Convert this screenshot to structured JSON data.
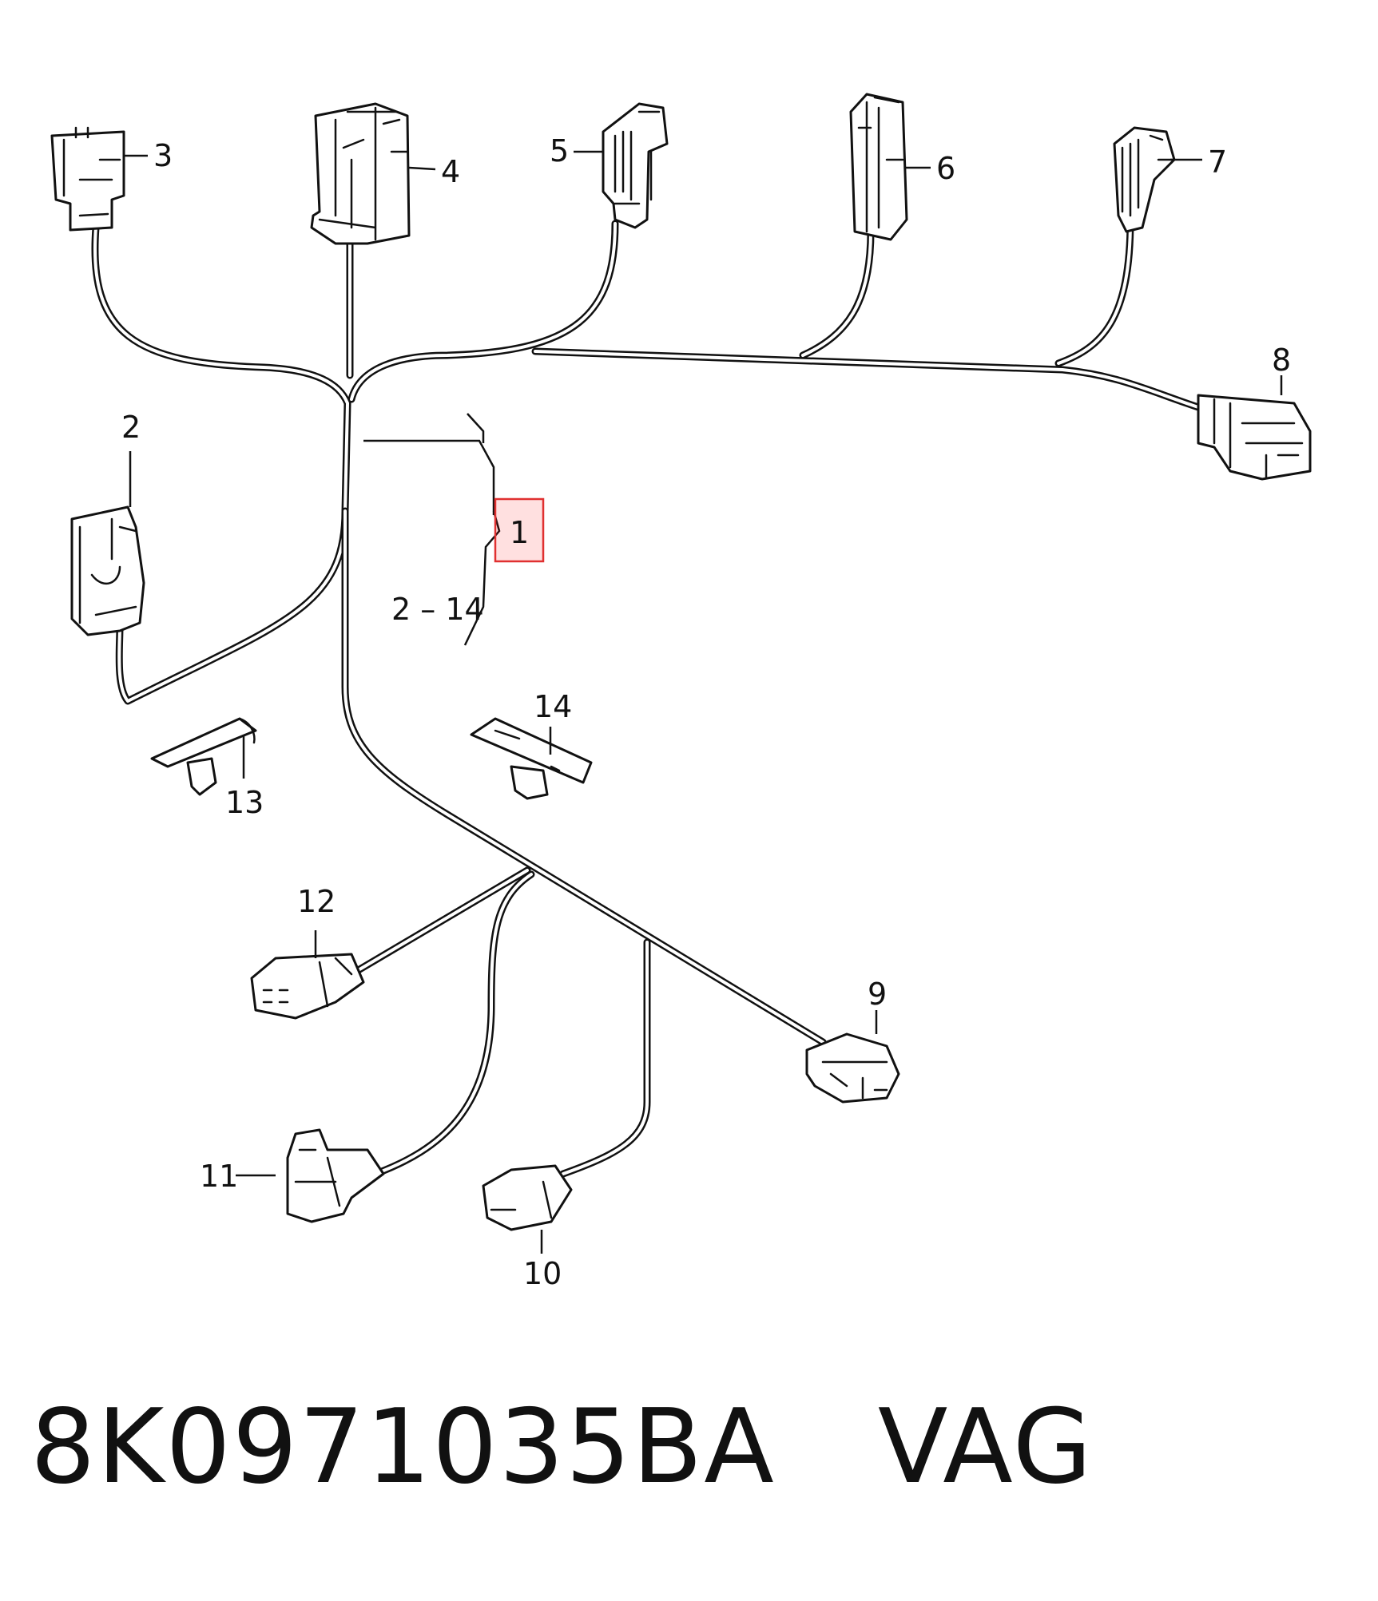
{
  "callouts": {
    "c1": "1",
    "c2": "2",
    "c3": "3",
    "c4": "4",
    "c5": "5",
    "c6": "6",
    "c7": "7",
    "c8": "8",
    "c9": "9",
    "c10": "10",
    "c11": "11",
    "c12": "12",
    "c13": "13",
    "c14": "14",
    "range": "2 – 14"
  },
  "caption": {
    "part_number": "8K0971035BA",
    "brand": "VAG"
  },
  "colors": {
    "line": "#111111",
    "highlight": "#e03030"
  }
}
